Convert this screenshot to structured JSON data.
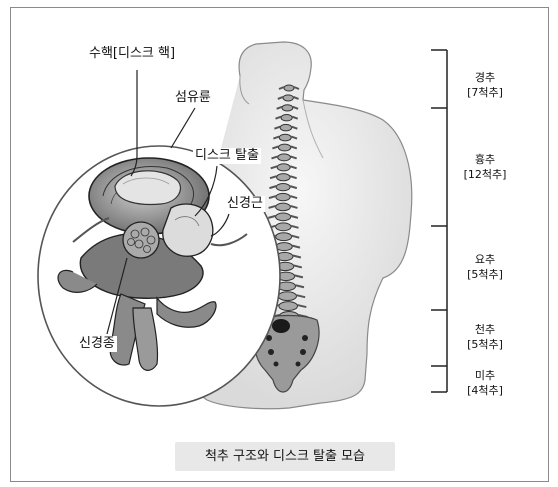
{
  "labels": {
    "nucleus": "수핵[디스크 핵]",
    "annulus": "섬유륜",
    "herniation": "디스크 탈출",
    "nerve_root": "신경근",
    "nerve_tumor": "신경종"
  },
  "regions": [
    {
      "name": "경추",
      "count": "[7척추]"
    },
    {
      "name": "흉추",
      "count": "[12척추]"
    },
    {
      "name": "요추",
      "count": "[5척추]"
    },
    {
      "name": "천추",
      "count": "[5척추]"
    },
    {
      "name": "미추",
      "count": "[4척추]"
    }
  ],
  "caption": "척추 구조와 디스크 탈출 모습"
}
